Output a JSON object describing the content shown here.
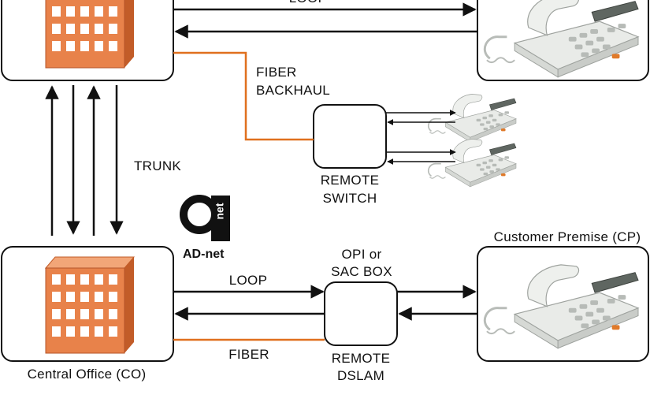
{
  "labels": {
    "loop_top": "LOOP",
    "fiber_backhaul_line1": "FIBER",
    "fiber_backhaul_line2": "BACKHAUL",
    "trunk": "TRUNK",
    "remote_switch_line1": "REMOTE",
    "remote_switch_line2": "SWITCH",
    "customer_premise": "Customer Premise (CP)",
    "opi_line1": "OPI or",
    "opi_line2": "SAC BOX",
    "loop_bottom": "LOOP",
    "fiber": "FIBER",
    "remote_dslam_line1": "REMOTE",
    "remote_dslam_line2": "DSLAM",
    "central_office": "Central Office (CO)"
  },
  "logo": {
    "letter": "a",
    "sub": "net",
    "name": "AD-net"
  },
  "colors": {
    "fiber": "#e0701e",
    "building": "#e8824a",
    "building_dark": "#c25c28",
    "line": "#111111",
    "phone": "#e9ebe8"
  },
  "icons": [
    "office-building-icon",
    "telephone-icon",
    "ad-net-logo"
  ]
}
